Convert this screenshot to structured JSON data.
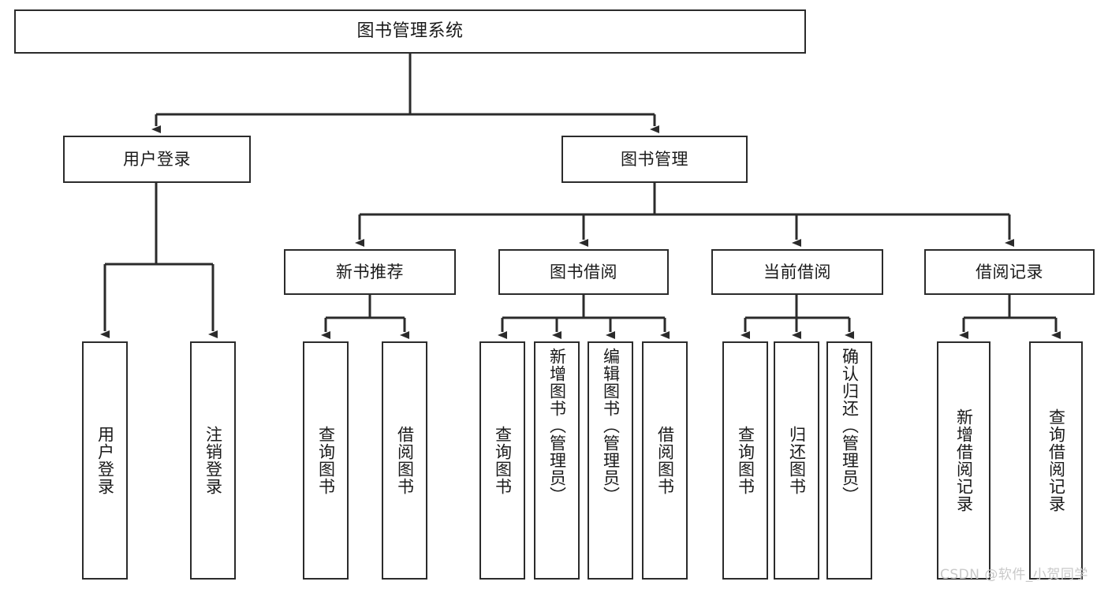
{
  "diagram": {
    "title": "图书管理系统",
    "background_color": "#ffffff",
    "line_color": "#2b2b2b",
    "text_color": "#1a1a1a",
    "root": {
      "label": "图书管理系统"
    },
    "level2": [
      {
        "label": "用户登录"
      },
      {
        "label": "图书管理"
      }
    ],
    "level3": [
      {
        "label": "新书推荐"
      },
      {
        "label": "图书借阅"
      },
      {
        "label": "当前借阅"
      },
      {
        "label": "借阅记录"
      }
    ],
    "leaves": {
      "user_login": [
        {
          "label": "用户登录"
        },
        {
          "label": "注销登录"
        }
      ],
      "new_book_recommend": [
        {
          "label": "查询图书"
        },
        {
          "label": "借阅图书"
        }
      ],
      "book_borrow": [
        {
          "label": "查询图书"
        },
        {
          "label": "新增图书（管理员）"
        },
        {
          "label": "编辑图书（管理员）"
        },
        {
          "label": "借阅图书"
        }
      ],
      "current_borrow": [
        {
          "label": "查询图书"
        },
        {
          "label": "归还图书"
        },
        {
          "label": "确认归还（管理员）"
        }
      ],
      "borrow_record": [
        {
          "label": "新增借阅记录"
        },
        {
          "label": "查询借阅记录"
        }
      ]
    }
  },
  "watermark": {
    "text": "CSDN @软件_小贺同学",
    "color": "#c9c9c9"
  }
}
